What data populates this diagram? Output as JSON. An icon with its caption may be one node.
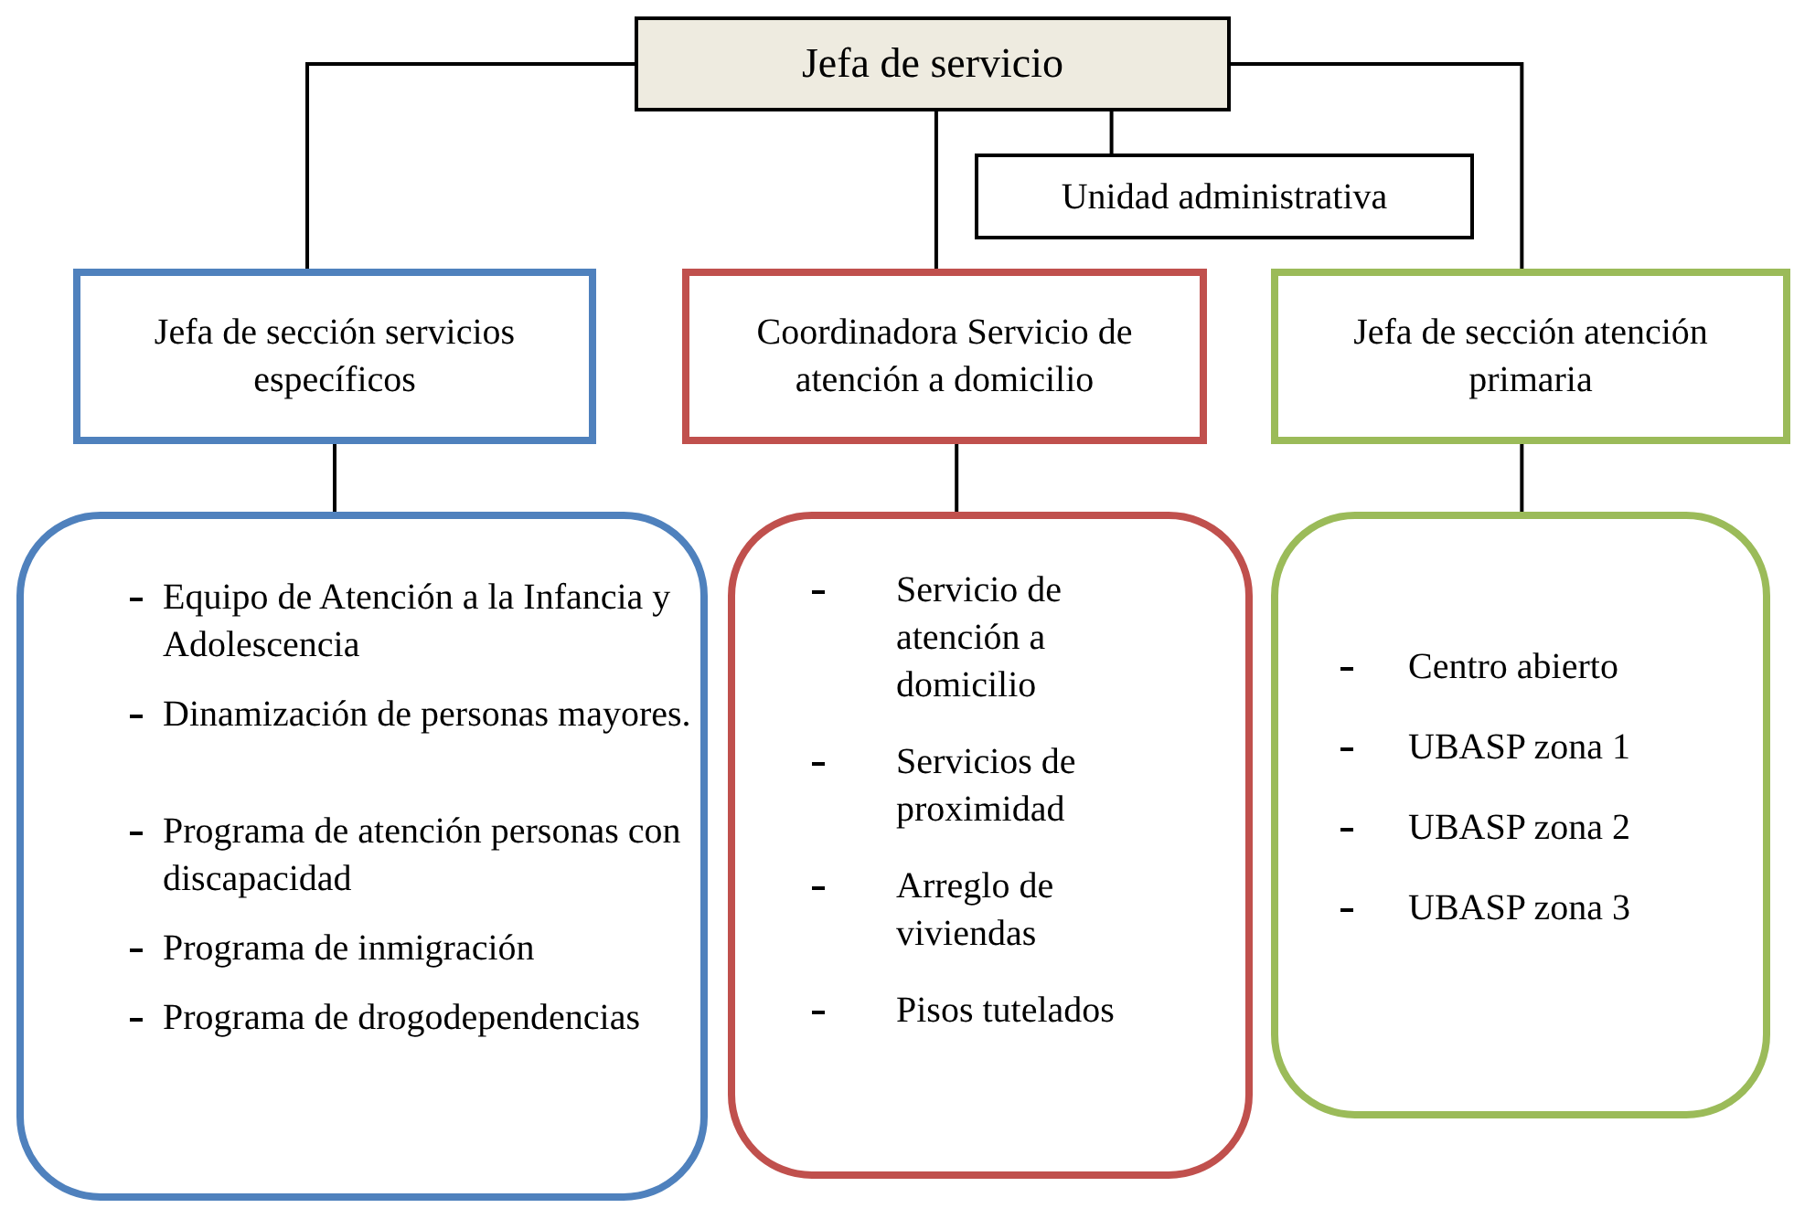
{
  "diagram": {
    "nodes": [
      {
        "text": [
          "Jefa de servicio"
        ]
      },
      {
        "text": [
          "Unidad administrativa"
        ]
      },
      {
        "text": [
          "Jefa de sección servicios específicos"
        ]
      },
      {
        "text": [
          "Coordinadora Servicio de atención a domicilio"
        ]
      },
      {
        "text": [
          "Jefa de sección atención primaria"
        ]
      },
      {
        "text": [
          "Equipo de Atención a la Infancia y Adolescencia",
          "Dinamización de personas mayores.",
          "Programa de atención personas con discapacidad",
          "Programa de inmigración",
          "Programa de drogodependencias"
        ]
      },
      {
        "text": [
          "Servicio de atención a domicilio",
          "Servicios de proximidad",
          "Arreglo de viviendas",
          "Pisos tutelados"
        ]
      },
      {
        "text": [
          "Centro abierto",
          "UBASP zona 1",
          "UBASP zona 2",
          "UBASP zona 3"
        ]
      }
    ],
    "edges": [
      {
        "from": 0,
        "to": 2,
        "arrow": "none"
      },
      {
        "from": 0,
        "to": 3,
        "arrow": "none"
      },
      {
        "from": 0,
        "to": 1,
        "arrow": "none"
      },
      {
        "from": 0,
        "to": 4,
        "arrow": "none"
      },
      {
        "from": 2,
        "to": 5,
        "arrow": "none"
      },
      {
        "from": 3,
        "to": 6,
        "arrow": "none"
      },
      {
        "from": 4,
        "to": 7,
        "arrow": "none"
      }
    ]
  }
}
